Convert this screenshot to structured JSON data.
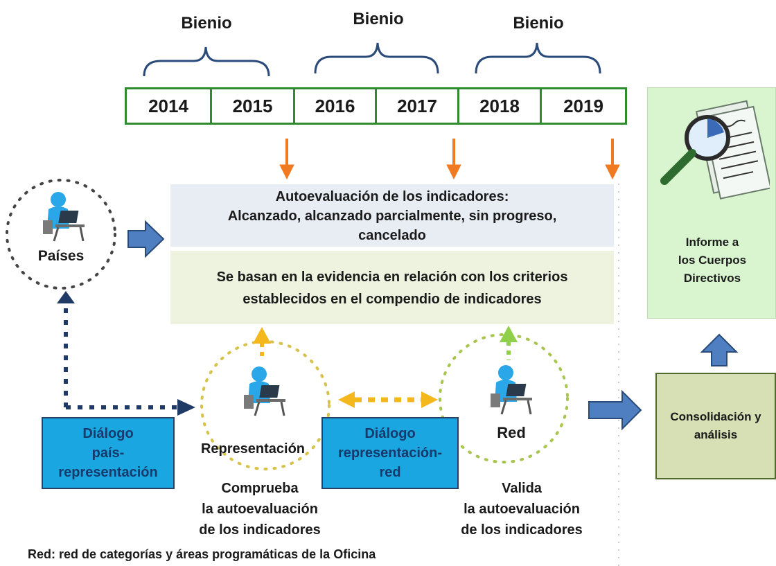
{
  "bienios": [
    "Bienio",
    "Bienio",
    "Bienio"
  ],
  "years": [
    "2014",
    "2015",
    "2016",
    "2017",
    "2018",
    "2019"
  ],
  "panel_top": {
    "line1": "Autoevaluación de los indicadores:",
    "line2": "Alcanzado, alcanzado parcialmente, sin progreso,",
    "line3": "cancelado"
  },
  "panel_bottom": {
    "line1": "Se basan en la evidencia en relación con los criterios",
    "line2": "establecidos en el compendio de indicadores"
  },
  "actors": {
    "paises": "Países",
    "representacion": "Representación",
    "red": "Red"
  },
  "dialogs": {
    "pais_rep": [
      "Diálogo",
      "país-",
      "representación"
    ],
    "rep_red": [
      "Diálogo",
      "representación-",
      "red"
    ]
  },
  "captions": {
    "comprueba": [
      "Comprueba",
      "la autoevaluación",
      "de los indicadores"
    ],
    "valida": [
      "Valida",
      "la autoevaluación",
      "de los indicadores"
    ]
  },
  "right": {
    "informe": [
      "Informe a",
      "los Cuerpos",
      "Directivos"
    ],
    "consolidacion": [
      "Consolidación y",
      "análisis"
    ]
  },
  "footnote": "Red: red de categorías y áreas programáticas de la Oficina",
  "colors": {
    "year_border": "#2e8b2e",
    "brace": "#2a4a7a",
    "orange_arrow": "#f07a22",
    "yellow_arrow": "#f4b81c",
    "light_green_arrow": "#8fcf4a",
    "navy_arrow": "#1f3a64",
    "block_arrow": "#4f7fc0",
    "dialog_box": "#1aa6e0"
  },
  "icons": [
    "person-at-computer-icon",
    "magnifier-report-icon"
  ]
}
